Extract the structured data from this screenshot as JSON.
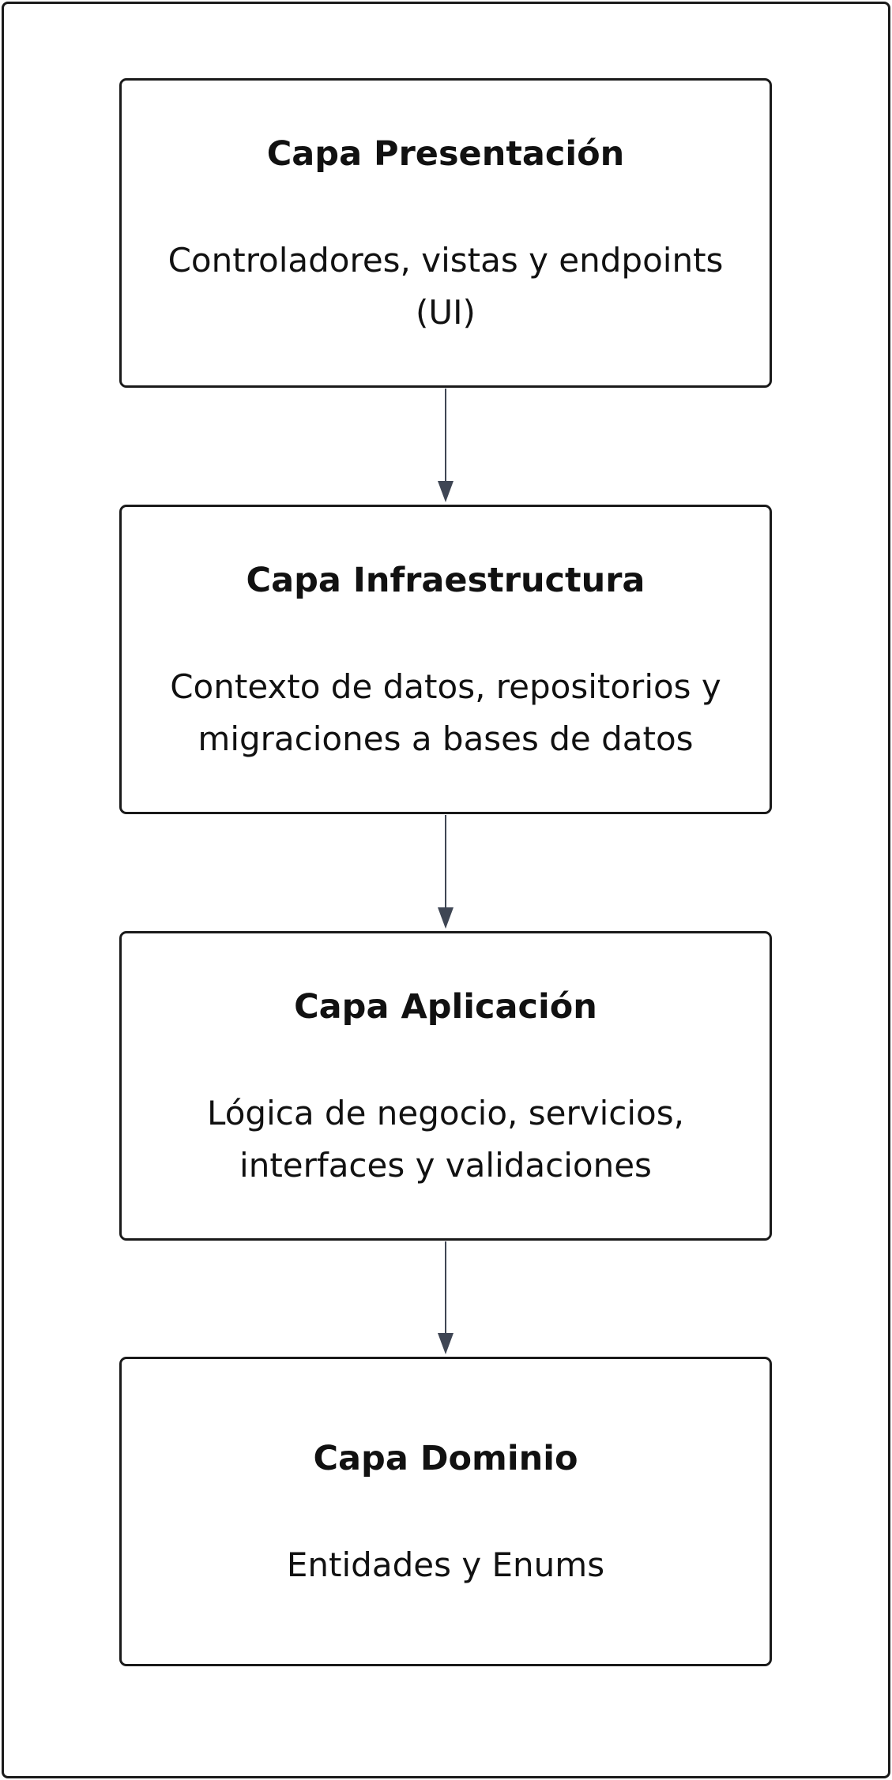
{
  "diagram": {
    "layers": [
      {
        "title": "Capa Presentación",
        "description": "Controladores, vistas y endpoints (UI)"
      },
      {
        "title": "Capa Infraestructura",
        "description": "Contexto de datos, repositorios y migraciones a bases de datos"
      },
      {
        "title": "Capa Aplicación",
        "description": "Lógica de negocio, servicios, interfaces y validaciones"
      },
      {
        "title": "Capa Dominio",
        "description": "Entidades y Enums"
      }
    ],
    "colors": {
      "border": "#1a1a1a",
      "arrow": "#3f4654",
      "text": "#111111",
      "background": "#ffffff"
    }
  }
}
